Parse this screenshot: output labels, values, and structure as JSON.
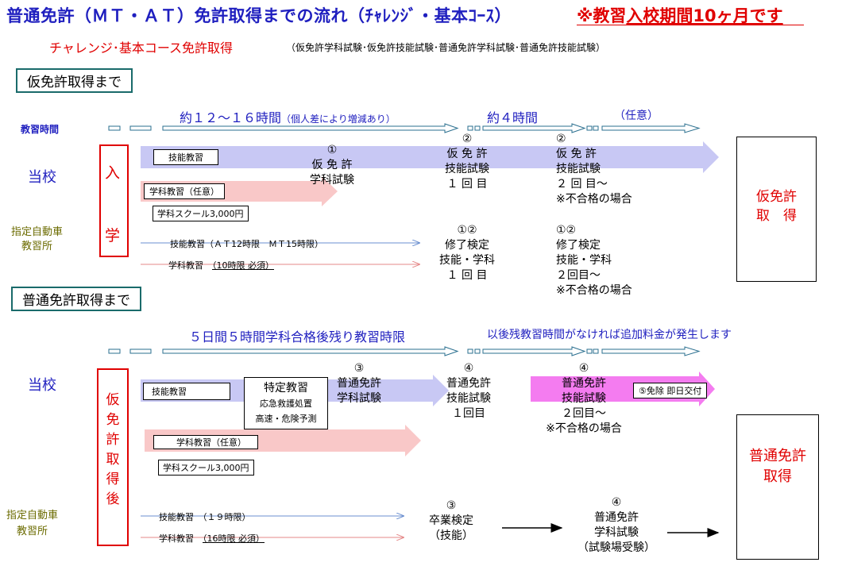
{
  "header": {
    "title": "普通免許（ＭＴ・ＡＴ）免許取得までの流れ（ﾁｬﾚﾝｼﾞ・基本ｺｰｽ）",
    "note_prefix": "※教習",
    "note_underlined": "入校期間10ヶ月です",
    "subtitle": "チャレンジ･基本コース免許取得",
    "subtitle_detail": "（仮免許学科試験･仮免許技能試験･普通免許学科試験･普通免許技能試験）"
  },
  "section1": {
    "label": "仮免許取得まで",
    "row_hours": "教習時間",
    "hours_1": "約１２～１６時間",
    "hours_1_note": "（個人差により増減あり）",
    "hours_2": "約４時間",
    "hours_3": "（任意）",
    "school": "当校",
    "enroll_1": "入",
    "enroll_2": "学",
    "driving_school": "指定自動車\n教習所",
    "skill_lesson": "技能教習",
    "academic_lesson": "学科教習（任意）",
    "academic_school": "学科スクール3,000円",
    "skill_lesson_ds": "技能教習（ＡＴ12時限　ＭＴ15時限）",
    "academic_lesson_ds_prefix": "学科教習　",
    "academic_lesson_ds_underlined": "（10時限 必須）",
    "step1": "①\n仮 免 許\n学科試験",
    "step2a": "②\n仮 免 許\n技能試験\n１ 回 目",
    "step2b": "②\n仮 免 許\n技能試験\n２ 回 目～\n※不合格の場合",
    "ds_step12a": "①②\n修了検定\n技能・学科\n１ 回 目",
    "ds_step12b": "①②\n修了検定\n技能・学科\n２回目～\n※不合格の場合",
    "result": "仮免許\n取　得"
  },
  "section2": {
    "label": "普通免許取得まで",
    "hours_1": "５日間５時間学科合格後残り教習時限",
    "hours_2": "以後残教習時間がなければ追加料金が発生します",
    "school": "当校",
    "provisional": "仮\n免\n許\n取\n得\n後",
    "driving_school": "指定自動車\n教習所",
    "skill_lesson": "技能教習",
    "special_title": "特定教習",
    "special_line1": "応急救護処置",
    "special_line2": "高速・危険予測",
    "academic_lesson": "学科教習（任意）",
    "academic_school": "学科スクール3,000円",
    "skill_lesson_ds": "技能教習　（１９時限）",
    "academic_lesson_ds_prefix": "学科教習　",
    "academic_lesson_ds_underlined": "（16時限 必須）",
    "step3": "③\n普通免許\n学科試験",
    "step4a": "④\n普通免許\n技能試験\n１回目",
    "step4b": "④\n普通免許\n技能試験\n２回目～\n※不合格の場合",
    "step5": "⑤免除 即日交付",
    "ds_step3": "③\n卒業検定\n（技能）",
    "ds_step4": "④\n普通免許\n学科試験\n（試験場受験）",
    "result": "普通免許\n取得"
  },
  "colors": {
    "title_blue": "#1f1fbf",
    "red": "#e00000",
    "olive": "#6b6b00",
    "label_border": "#1a6b6b",
    "lavender": "#c8c8f4",
    "pink": "#f9c8c8",
    "magenta": "#f47cf0"
  }
}
